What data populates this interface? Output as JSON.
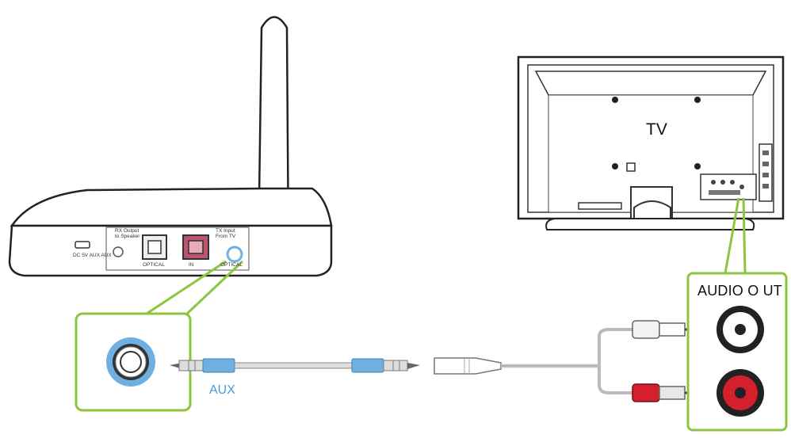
{
  "labels": {
    "tv": "TV",
    "audio_out": "AUDIO O UT",
    "aux": "AUX"
  },
  "device_panel": {
    "dc_aux": "DC 5V AUX AUX",
    "rx_output": "RX Output",
    "to_speaker": "to Speaker",
    "optical": "OPTICAL",
    "tx_input": "TX Input",
    "from_tv": "From TV",
    "in_left": "IN",
    "in_right": "OPTICAL"
  },
  "colors": {
    "callout_green": "#8cc63f",
    "aux_blue": "#4a9ad6",
    "plug_blue": "#6fb0e0",
    "rca_red": "#d4202c",
    "optical_pink": "#b8556f"
  }
}
